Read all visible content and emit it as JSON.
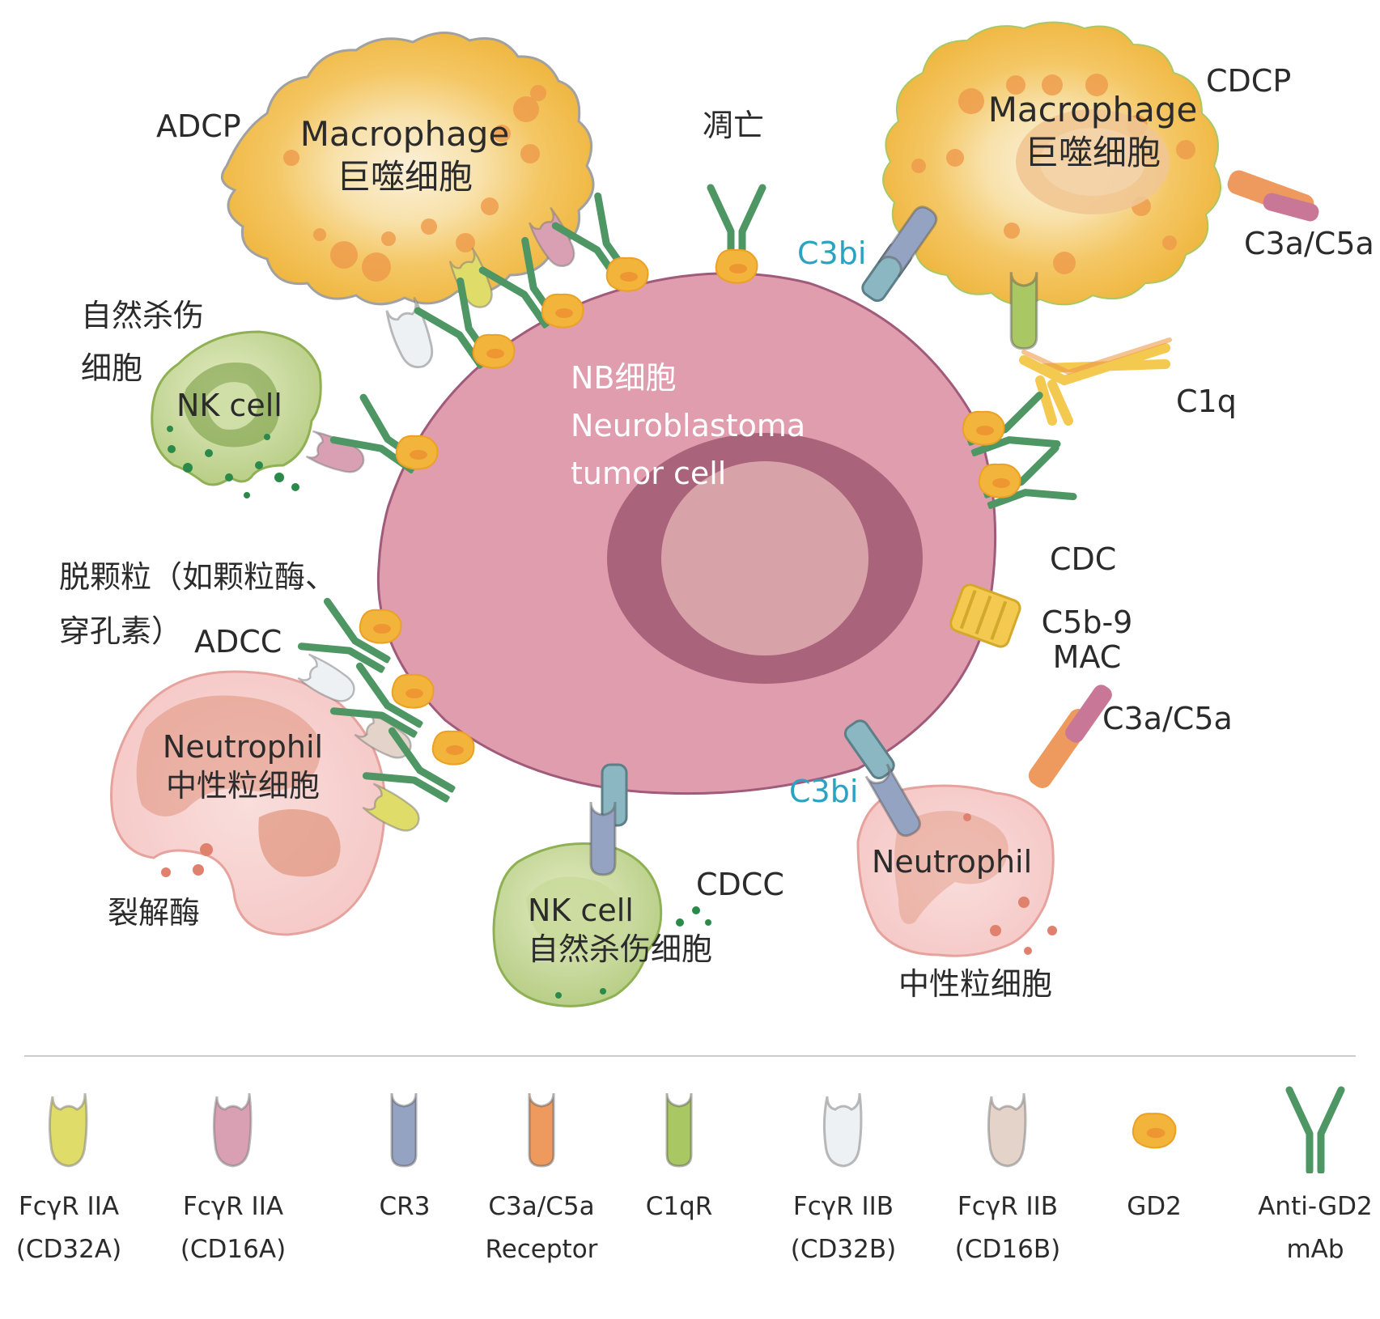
{
  "cells": {
    "macrophage_left": {
      "label_en": "Macrophage",
      "label_zh": "巨噬细胞"
    },
    "macrophage_right": {
      "label_en": "Macrophage",
      "label_zh": "巨噬细胞"
    },
    "nk_left": {
      "label_en": "NK cell"
    },
    "nk_bottom": {
      "label_en": "NK cell",
      "label_zh": "自然杀伤细胞"
    },
    "neutrophil_left": {
      "label_en": "Neutrophil",
      "label_zh": "中性粒细胞"
    },
    "neutrophil_right": {
      "label_en": "Neutrophil"
    },
    "tumor": {
      "line1": "NB细胞",
      "line2": "Neuroblastoma",
      "line3": "tumor cell"
    }
  },
  "annotations": {
    "adcp": "ADCP",
    "apoptosis": "凋亡",
    "cdcp": "CDCP",
    "c3a_c5a_top": "C3a/C5a",
    "c3bi_top": "C3bi",
    "nk_zh_line1": "自然杀伤",
    "nk_zh_line2": "细胞",
    "c1q": "C1q",
    "degranulation_line1": "脱颗粒（如颗粒酶、",
    "degranulation_line2": "穿孔素）",
    "adcc": "ADCC",
    "cdc": "CDC",
    "mac_line1": "C5b-9",
    "mac_line2": "MAC",
    "c3a_c5a_bottom": "C3a/C5a",
    "c3bi_bottom": "C3bi",
    "lytic_enzyme": "裂解酶",
    "cdcc": "CDCC",
    "neutrophil_zh": "中性粒细胞"
  },
  "legend": [
    {
      "line1": "FcγR IIA",
      "line2": "(CD32A)",
      "color": "#e0dc6a",
      "shape": "receptor"
    },
    {
      "line1": "FcγR IIA",
      "line2": "(CD16A)",
      "color": "#d9a0b4",
      "shape": "receptor"
    },
    {
      "line1": "CR3",
      "line2": "",
      "color": "#95a3c2",
      "shape": "receptor-narrow"
    },
    {
      "line1": "C3a/C5a",
      "line2": "Receptor",
      "color": "#ee9a5e",
      "shape": "receptor-narrow"
    },
    {
      "line1": "C1qR",
      "line2": "",
      "color": "#a9c864",
      "shape": "receptor-narrow"
    },
    {
      "line1": "FcγR IIB",
      "line2": "(CD32B)",
      "color": "#eef1f3",
      "shape": "receptor"
    },
    {
      "line1": "FcγR IIB",
      "line2": "(CD16B)",
      "color": "#e3d3c8",
      "shape": "receptor"
    },
    {
      "line1": "GD2",
      "line2": "",
      "color": "#f3b43c",
      "shape": "antigen"
    },
    {
      "line1": "Anti-GD2",
      "line2": "mAb",
      "color": "#4e9664",
      "shape": "antibody"
    }
  ]
}
